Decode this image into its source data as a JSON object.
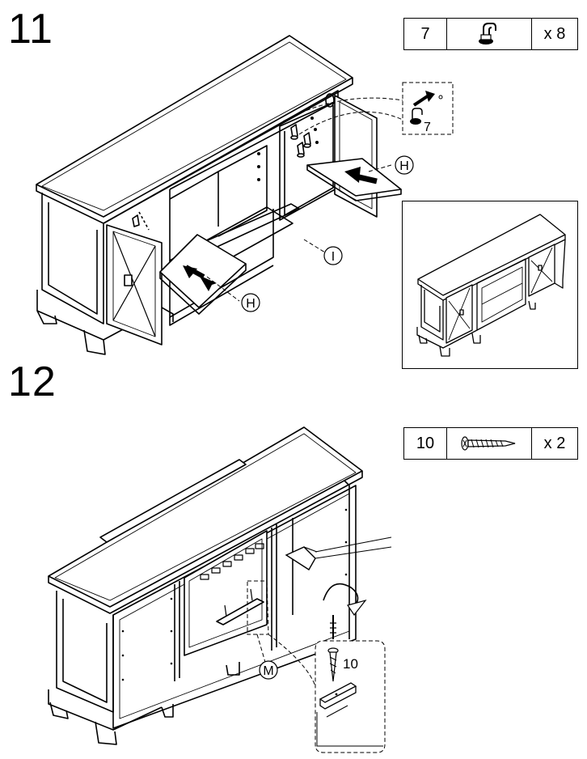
{
  "step11": {
    "number": "11",
    "part": {
      "id": "7",
      "icon": "hinge-bracket-icon",
      "qty": "x 8"
    },
    "labels": {
      "h_right": "H",
      "h_left": "H",
      "i": "I",
      "detail_part": "7"
    }
  },
  "step12": {
    "number": "12",
    "part": {
      "id": "10",
      "icon": "screw-icon",
      "qty": "x 2"
    },
    "labels": {
      "m": "M",
      "screw": "10"
    }
  }
}
